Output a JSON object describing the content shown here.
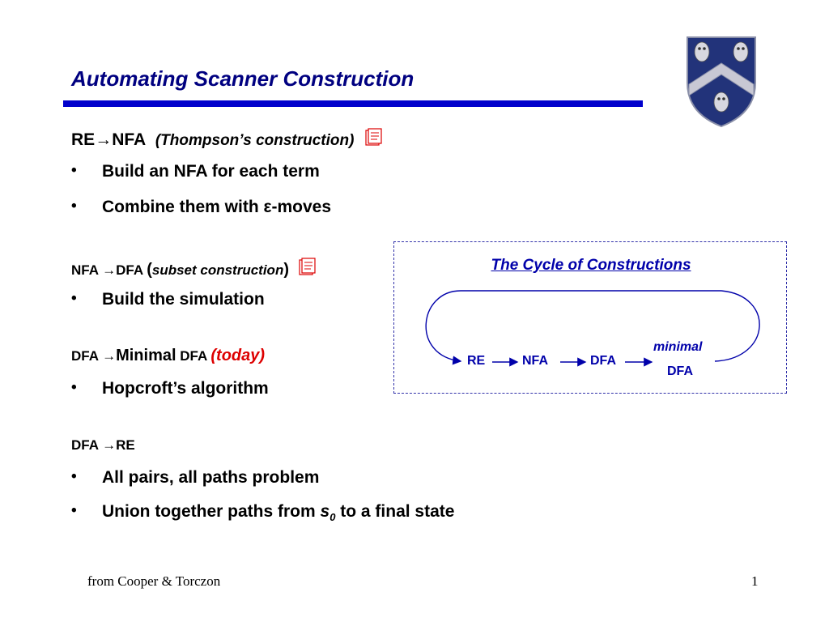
{
  "slide": {
    "title": "Automating Scanner Construction",
    "section1": {
      "head_a": "RE",
      "head_arrow": "→",
      "head_b": "NFA",
      "head_sub": "(Thompson’s construction)",
      "bullets": [
        "Build an NFA for each term",
        "Combine them with ε-moves"
      ]
    },
    "section2": {
      "head_a": "NFA ",
      "head_arrow": "→",
      "head_b": "DFA ",
      "head_open": "(",
      "head_sub": "subset construction",
      "head_close": ")",
      "bullets": [
        "Build the simulation"
      ]
    },
    "section3": {
      "head_a": "DFA ",
      "head_arrow": "→",
      "head_b": "Minimal",
      "head_c": " DFA ",
      "head_sub": "(today)",
      "bullets": [
        "Hopcroft’s algorithm"
      ]
    },
    "section4": {
      "head_a": "DFA ",
      "head_arrow": "→",
      "head_b": "RE",
      "bullet1": "All pairs, all paths problem",
      "bullet2_pre": "Union together paths from ",
      "bullet2_var": "s",
      "bullet2_sub": "0",
      "bullet2_post": " to a final state"
    },
    "bullet_glyph": "•",
    "cycle": {
      "title": "The Cycle of Constructions",
      "nodes": [
        "RE",
        "NFA",
        "DFA"
      ],
      "minimal_label": "minimal",
      "min_dfa_label": "DFA"
    },
    "footer": {
      "credit": "from Cooper & Torczon",
      "page_number": "1"
    },
    "colors": {
      "title": "#000080",
      "rule": "#0000cc",
      "accent_red": "#dd0000",
      "diagram_blue": "#0000aa"
    },
    "icons": {
      "notepad": "notepad-icon",
      "crest": "university-crest"
    }
  }
}
